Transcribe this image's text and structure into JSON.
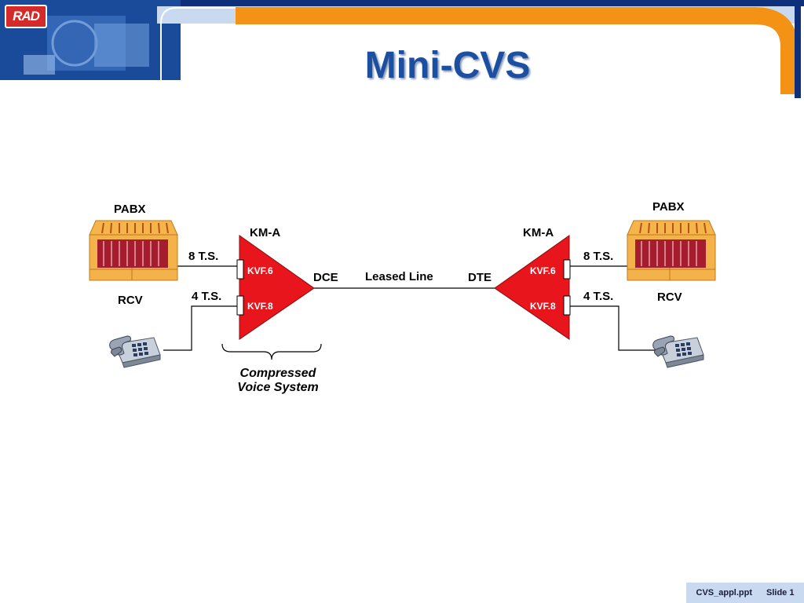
{
  "header": {
    "logo_text": "RAD",
    "title": "Mini-CVS"
  },
  "diagram": {
    "left_site": {
      "pabx_label": "PABX",
      "rcv_label": "RCV",
      "link_top_label": "8 T.S.",
      "link_bottom_label": "4 T.S."
    },
    "right_site": {
      "pabx_label": "PABX",
      "rcv_label": "RCV",
      "link_top_label": "8 T.S.",
      "link_bottom_label": "4 T.S."
    },
    "left_device": {
      "name": "KM-A",
      "port_top": "KVF.6",
      "port_bottom": "KVF.8",
      "interface": "DCE"
    },
    "right_device": {
      "name": "KM-A",
      "port_top": "KVF.6",
      "port_bottom": "KVF.8",
      "interface": "DTE"
    },
    "line_label": "Leased Line",
    "brace_label_line1": "Compressed",
    "brace_label_line2": "Voice System"
  },
  "footer": {
    "file_name": "CVS_appl.ppt",
    "slide_number": "Slide 1"
  },
  "colors": {
    "device_fill": "#e8161c",
    "title_blue": "#1d4fa0",
    "banner_blue": "#0e2f7a",
    "banner_orange": "#f39214"
  },
  "icons": [
    "pabx-icon",
    "telephone-icon"
  ]
}
